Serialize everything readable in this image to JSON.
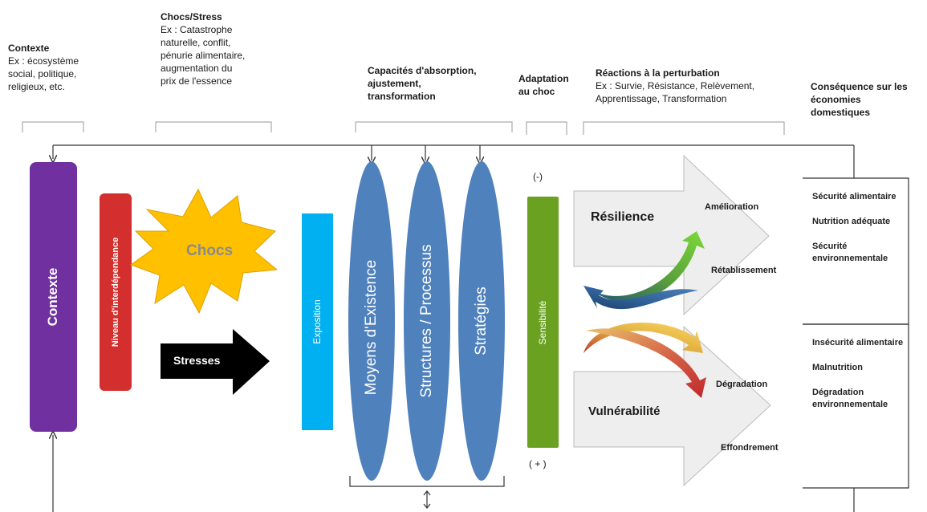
{
  "headers": {
    "contexte": {
      "title": "Contexte",
      "lines": [
        "Ex : écosystème",
        "social, politique,",
        "religieux, etc."
      ]
    },
    "chocs": {
      "title": "Chocs/Stress",
      "lines": [
        "Ex : Catastrophe",
        "naturelle, conflit,",
        "pénurie alimentaire,",
        "augmentation du",
        "prix de l'essence"
      ]
    },
    "capacites": {
      "title_lines": [
        "Capacités d'absorption,",
        "ajustement,",
        "transformation"
      ]
    },
    "adaptation": {
      "title_lines": [
        "Adaptation",
        "au choc"
      ]
    },
    "reactions": {
      "title": "Réactions à la perturbation",
      "lines": [
        "Ex : Survie, Résistance, Relèvement,",
        "Apprentissage, Transformation"
      ]
    },
    "consequence": {
      "title_lines": [
        "Conséquence sur les",
        "économies",
        "domestiques"
      ]
    }
  },
  "bars": {
    "contexte": "Contexte",
    "interdependance": "Niveau d'interdépendance",
    "exposition": "Exposition",
    "sensibilite": "Sensibilité"
  },
  "chocs_label": "Chocs",
  "stresses_label": "Stresses",
  "ellipses": [
    "Moyens d'Existence",
    "Structures / Processus",
    "Stratégies"
  ],
  "markers": {
    "minus": "(-)",
    "plus": "( + )"
  },
  "arrows": {
    "resilience": "Résilience",
    "vulnerabilite": "Vulnérabilité",
    "amelioration": "Amélioration",
    "retablissement": "Rétablissement",
    "degradation": "Dégradation",
    "effondrement": "Effondrement"
  },
  "outcomes_positive": [
    "Sécurité alimentaire",
    "Nutrition adéquate",
    "Sécurité environnementale"
  ],
  "outcomes_negative": [
    "Insécurité alimentaire",
    "Malnutrition",
    "Dégradation environnementale"
  ],
  "colors": {
    "contexte": "#7030a0",
    "interdependance": "#d32f2f",
    "chocs": "#ffc000",
    "stresses": "#000000",
    "exposition": "#00b0f0",
    "ellipses": "#4f81bd",
    "sensibilite": "#6aa121",
    "big_arrow": "#eeeeee"
  }
}
